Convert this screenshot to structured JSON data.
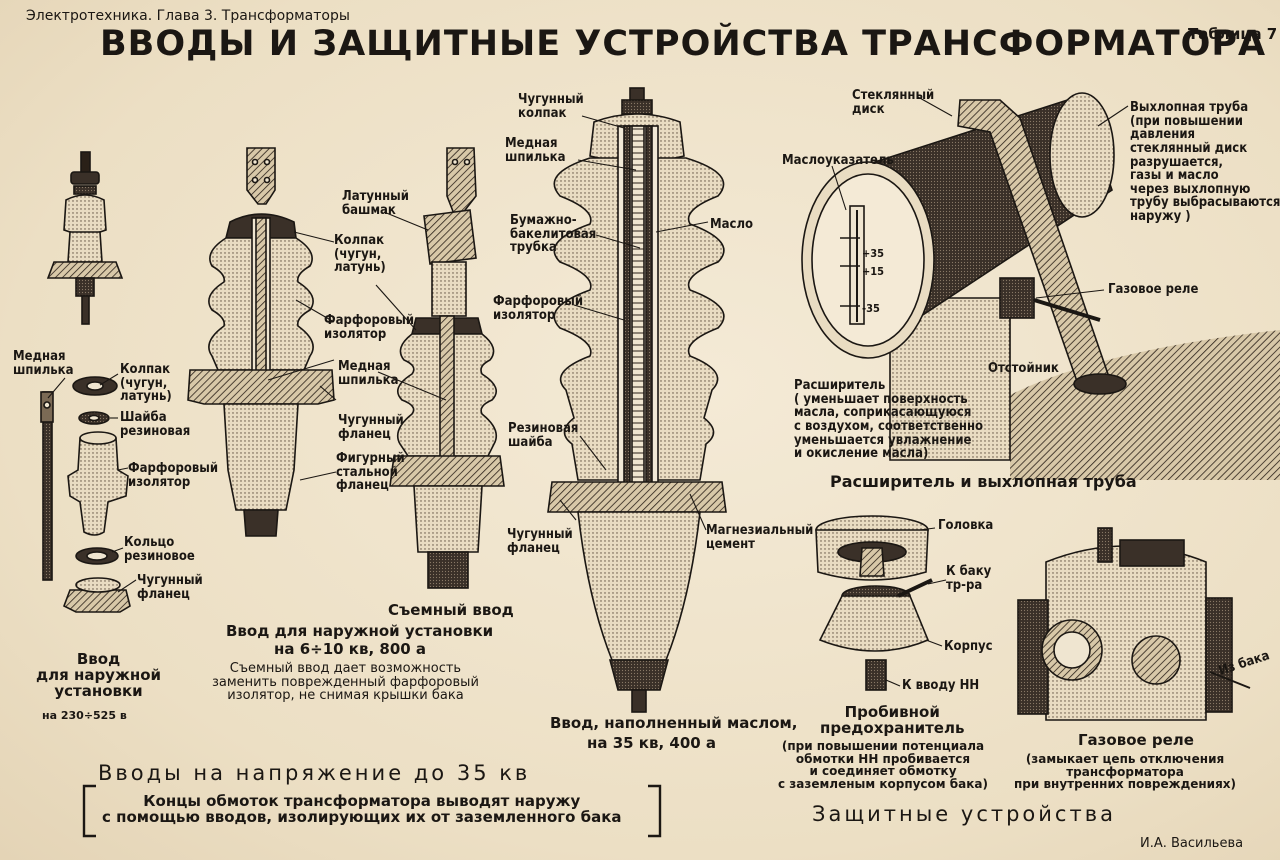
{
  "header": {
    "breadcrumb": "Электротехника. Глава 3. Трансформаторы",
    "title": "ВВОДЫ И ЗАЩИТНЫЕ УСТРОЙСТВА ТРАНСФОРМАТОРА",
    "table_number": "Таблица 7"
  },
  "small_bushing": {
    "labels": {
      "copper_stud": "Медная\nшпилька",
      "cap": "Колпак\n(чугун,\nлатунь)",
      "rubber_washer": "Шайба\nрезиновая",
      "porcelain": "Фарфоровый\nизолятор",
      "rubber_ring": "Кольцо\nрезиновое",
      "iron_flange": "Чугунный\nфланец"
    },
    "caption_title": "Ввод\nдля наружной\nустановки",
    "caption_voltage": "на 230÷525 в"
  },
  "outdoor_bushing": {
    "labels": {
      "cap": "Колпак\n(чугун,\nлатунь)",
      "porcelain": "Фарфоровый\nизолятор",
      "copper_stud": "Медная\nшпилька",
      "iron_flange": "Чугунный\nфланец",
      "steel_flange": "Фигурный\nстальной\nфланец"
    },
    "caption_title": "Ввод для наружной установки",
    "caption_voltage": "на 6÷10 кв, 800 а",
    "caption_note": "Съемный ввод дает возможность\nзаменить поврежденный фарфоровый\nизолятор, не снимая крышки бака"
  },
  "removable_bushing": {
    "labels": {
      "brass_shoe": "Латунный\nбашмак"
    },
    "caption": "Съемный ввод"
  },
  "oil_bushing": {
    "labels": {
      "iron_cap": "Чугунный\nколпак",
      "copper_stud": "Медная\nшпилька",
      "paper_tube": "Бумажно-\nбакелитовая\nтрубка",
      "oil": "Масло",
      "porcelain": "Фарфоровый\nизолятор",
      "rubber_washer": "Резиновая\nшайба",
      "iron_flange": "Чугунный\nфланец",
      "magnesia_cement": "Магнезиальный\nцемент"
    },
    "caption_title": "Ввод, наполненный маслом,",
    "caption_voltage": "на 35 кв, 400 а"
  },
  "conservator": {
    "labels": {
      "glass_disk": "Стеклянный\nдиск",
      "exhaust_pipe": "Выхлопная труба\n(при повышении\nдавления\nстеклянный диск\nразрушается,\nгазы и масло\nчерез выхлопную\nтрубу выбрасываются\nнаружу )",
      "oil_gauge": "Маслоуказатель",
      "gas_relay": "Газовое реле",
      "sump": "Отстойник",
      "conservator": "Расширитель\n( уменьшает поверхность\nмасла, соприкасающуюся\nс воздухом, соответственно\nуменьшается увлажнение\nи окисление масла)"
    },
    "scale_marks": [
      "+35",
      "+15",
      "-35"
    ],
    "caption": "Расширитель и выхлопная труба"
  },
  "breakdown_fuse": {
    "labels": {
      "head": "Головка",
      "to_tank": "К баку\nтр-ра",
      "body": "Корпус",
      "to_lv": "К вводу НН"
    },
    "caption_title": "Пробивной\nпредохранитель",
    "caption_note": "(при повышении потенциала\nобмотки НН пробивается\nи соединяет обмотку\nс заземленым корпусом бака)"
  },
  "gas_relay": {
    "labels": {
      "from_tank": "Из бака"
    },
    "caption_title": "Газовое реле",
    "caption_note": "(замыкает цепь отключения\nтрансформатора\nпри внутренних повреждениях)"
  },
  "footer": {
    "left_section": "Вводы на напряжение до 35 кв",
    "left_note": "Концы обмоток трансформатора выводят наружу\nс помощью вводов, изолирующих их от заземленного бака",
    "right_section": "Защитные   устройства",
    "author": "И.А. Васильева"
  }
}
